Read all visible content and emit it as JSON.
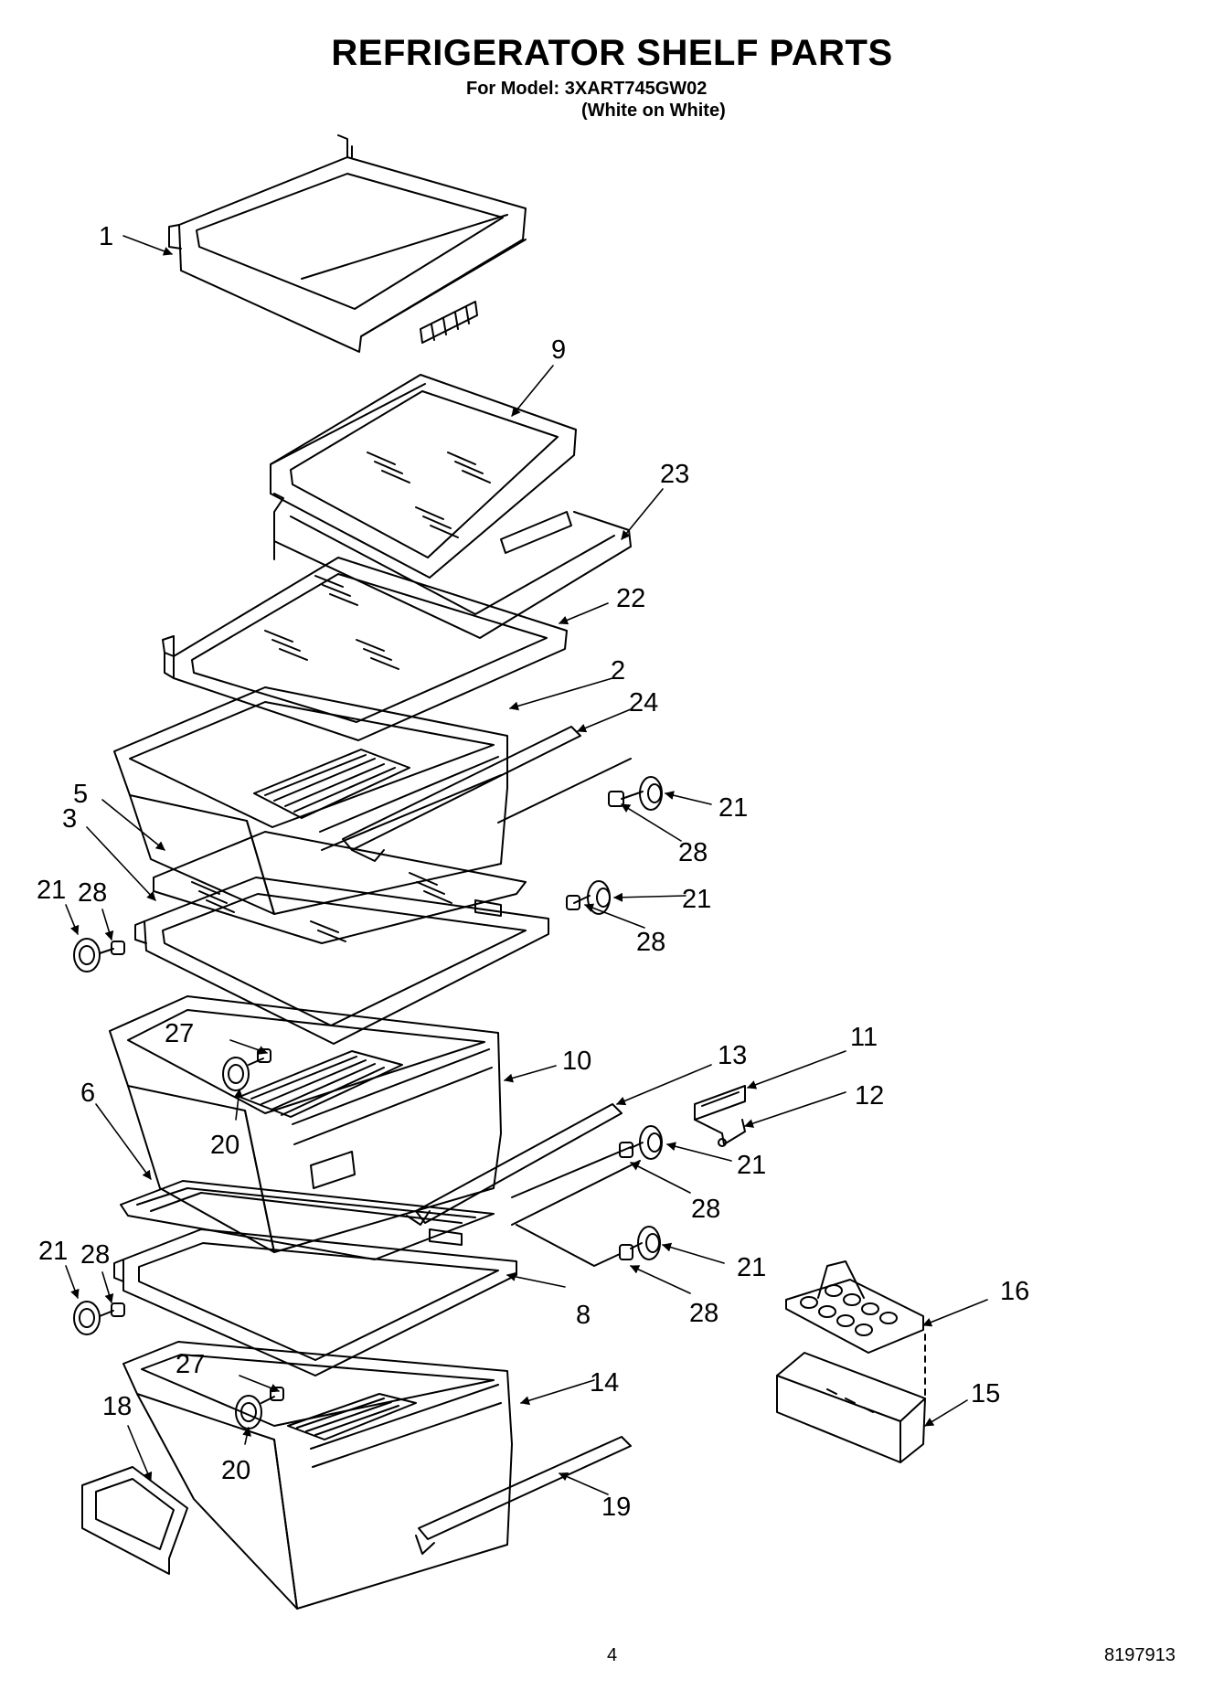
{
  "header": {
    "title": "REFRIGERATOR SHELF PARTS",
    "model_line": "For Model: 3XART745GW02",
    "variant": "(White on White)"
  },
  "footer": {
    "page_number": "4",
    "document_number": "8197913"
  },
  "callouts": [
    "1",
    "9",
    "23",
    "22",
    "2",
    "24",
    "21",
    "28",
    "5",
    "3",
    "21",
    "28",
    "21",
    "28",
    "27",
    "20",
    "10",
    "13",
    "11",
    "12",
    "6",
    "21",
    "28",
    "21",
    "28",
    "21",
    "28",
    "8",
    "16",
    "27",
    "14",
    "15",
    "18",
    "20",
    "19"
  ]
}
